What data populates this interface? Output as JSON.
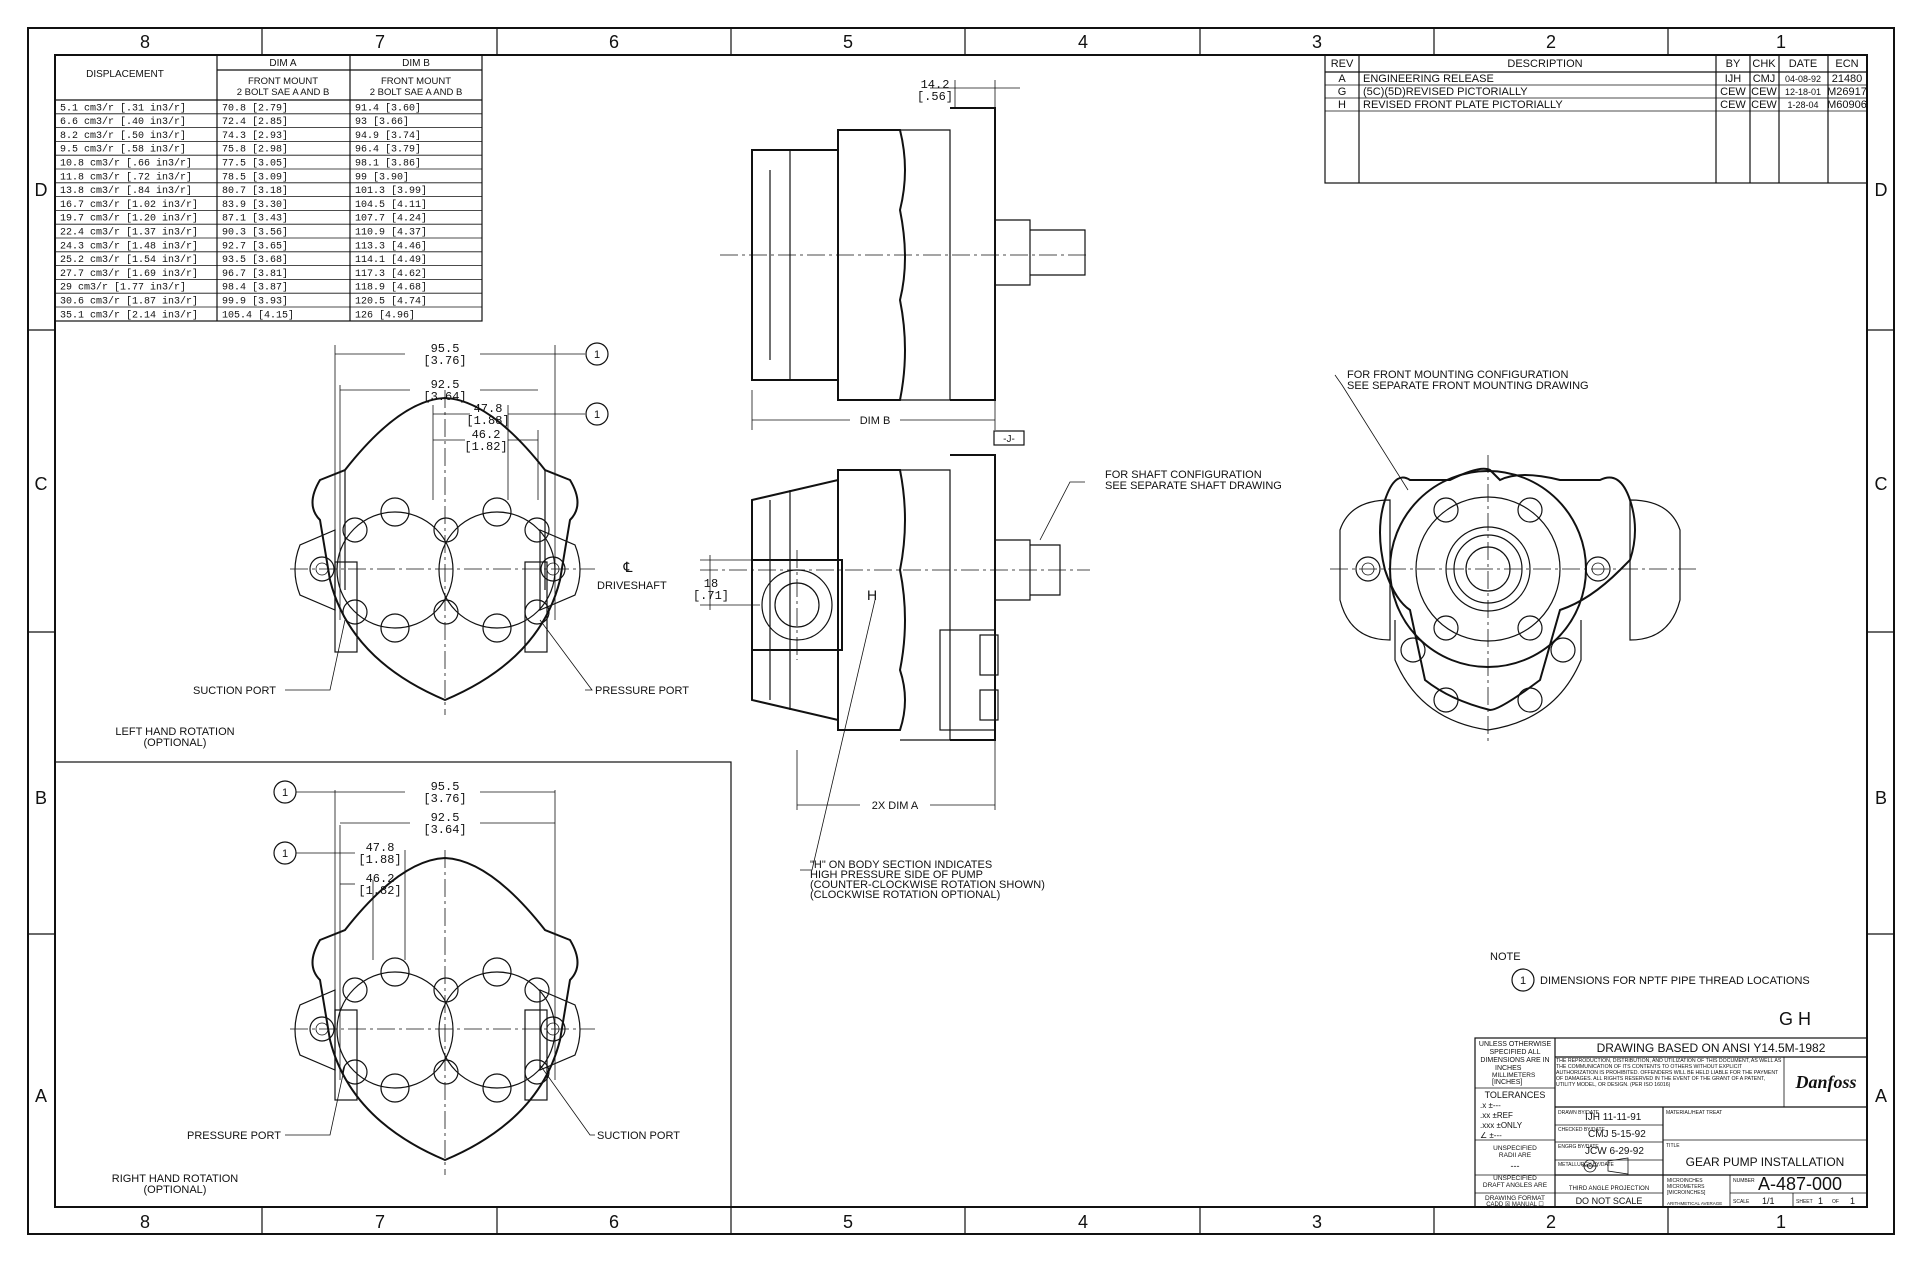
{
  "zones": {
    "top": [
      "8",
      "7",
      "6",
      "5",
      "4",
      "3",
      "2",
      "1"
    ],
    "bottom": [
      "8",
      "7",
      "6",
      "5",
      "4",
      "3",
      "2",
      "1"
    ],
    "left": [
      "D",
      "C",
      "B",
      "A"
    ],
    "right": [
      "D",
      "C",
      "B",
      "A"
    ]
  },
  "displacement_table": {
    "header_displacement": "DISPLACEMENT",
    "header_dim_a": "DIM A",
    "header_dim_b": "DIM B",
    "sub_a_1": "FRONT MOUNT",
    "sub_a_2": "2 BOLT SAE A AND B",
    "sub_b_1": "FRONT MOUNT",
    "sub_b_2": "2 BOLT SAE A AND B",
    "rows": [
      [
        "5.1  cm3/r  [.31  in3/r]",
        "70.8 [2.79]",
        "91.4  [3.60]"
      ],
      [
        "6.6  cm3/r  [.40  in3/r]",
        "72.4 [2.85]",
        "93    [3.66]"
      ],
      [
        "8.2  cm3/r  [.50  in3/r]",
        "74.3 [2.93]",
        "94.9  [3.74]"
      ],
      [
        "9.5  cm3/r  [.58  in3/r]",
        "75.8 [2.98]",
        "96.4  [3.79]"
      ],
      [
        "10.8 cm3/r  [.66  in3/r]",
        "77.5 [3.05]",
        "98.1  [3.86]"
      ],
      [
        "11.8 cm3/r  [.72  in3/r]",
        "78.5 [3.09]",
        "99    [3.90]"
      ],
      [
        "13.8 cm3/r  [.84  in3/r]",
        "80.7 [3.18]",
        "101.3 [3.99]"
      ],
      [
        "16.7 cm3/r  [1.02 in3/r]",
        "83.9 [3.30]",
        "104.5 [4.11]"
      ],
      [
        "19.7 cm3/r  [1.20 in3/r]",
        "87.1 [3.43]",
        "107.7 [4.24]"
      ],
      [
        "22.4 cm3/r  [1.37 in3/r]",
        "90.3 [3.56]",
        "110.9 [4.37]"
      ],
      [
        "24.3 cm3/r  [1.48 in3/r]",
        "92.7 [3.65]",
        "113.3 [4.46]"
      ],
      [
        "25.2 cm3/r  [1.54 in3/r]",
        "93.5 [3.68]",
        "114.1 [4.49]"
      ],
      [
        "27.7 cm3/r  [1.69 in3/r]",
        "96.7 [3.81]",
        "117.3 [4.62]"
      ],
      [
        "29   cm3/r  [1.77 in3/r]",
        "98.4 [3.87]",
        "118.9 [4.68]"
      ],
      [
        "30.6 cm3/r  [1.87 in3/r]",
        "99.9 [3.93]",
        "120.5 [4.74]"
      ],
      [
        "35.1 cm3/r  [2.14 in3/r]",
        "105.4 [4.15]",
        "126   [4.96]"
      ]
    ]
  },
  "revisions": {
    "headers": [
      "REV",
      "DESCRIPTION",
      "BY",
      "CHK",
      "DATE",
      "ECN"
    ],
    "rows": [
      [
        "A",
        "ENGINEERING RELEASE",
        "IJH",
        "CMJ",
        "04-08-92",
        "21480"
      ],
      [
        "G",
        "(5C)(5D)REVISED PICTORIALLY",
        "CEW",
        "CEW",
        "12-18-01",
        "M26917"
      ],
      [
        "H",
        "REVISED FRONT PLATE PICTORIALLY",
        "CEW",
        "CEW",
        "1-28-04",
        "M60906"
      ]
    ]
  },
  "dims": {
    "d95_mm": "95.5",
    "d95_in": "[3.76]",
    "d92_mm": "92.5",
    "d92_in": "[3.64]",
    "d47_mm": "47.8",
    "d47_in": "[1.88]",
    "d46_mm": "46.2",
    "d46_in": "[1.82]",
    "d14_mm": "14.2",
    "d14_in": "[.56]",
    "d18_mm": "18",
    "d18_in": "[.71]",
    "dim_b": "DIM B",
    "dim_2x_a": "2X DIM A",
    "datum_j": "-J-",
    "note_marker": "1"
  },
  "labels": {
    "suction_port": "SUCTION PORT",
    "pressure_port": "PRESSURE PORT",
    "driveshaft_cl": "℄",
    "driveshaft": "DRIVESHAFT",
    "left_rotation_1": "LEFT HAND ROTATION",
    "left_rotation_2": "(OPTIONAL)",
    "right_rotation_1": "RIGHT HAND ROTATION",
    "right_rotation_2": "(OPTIONAL)",
    "shaft_config_1": "FOR SHAFT CONFIGURATION",
    "shaft_config_2": "SEE SEPARATE SHAFT DRAWING",
    "front_mount_1": "FOR FRONT MOUNTING CONFIGURATION",
    "front_mount_2": "SEE SEPARATE FRONT MOUNTING DRAWING",
    "h_note_1": "\"H\" ON BODY SECTION INDICATES",
    "h_note_2": "HIGH PRESSURE SIDE OF PUMP",
    "h_note_3": "(COUNTER-CLOCKWISE ROTATION SHOWN)",
    "h_note_4": "(CLOCKWISE ROTATION OPTIONAL)",
    "h_mark": "H",
    "note_title": "NOTE",
    "note_1": "DIMENSIONS FOR NPTF PIPE THREAD LOCATIONS",
    "rev_letters": "G  H"
  },
  "title_block": {
    "tol_1": "UNLESS OTHERWISE",
    "tol_2": "SPECIFIED ALL",
    "tol_3": "DIMENSIONS ARE IN",
    "inches": "INCHES",
    "mm": "MILLIMETERS",
    "inches_br": "[INCHES]",
    "tolerances": "TOLERANCES",
    "tol_x": ".x  ±---",
    "tol_xx": ".xx  ±REF",
    "tol_xxx": ".xxx ±ONLY",
    "tol_ang": "∠  ±---",
    "radii_1": "UNSPECIFIED",
    "radii_2": "RADII ARE",
    "radii_val": "---",
    "draft_1": "UNSPECIFIED",
    "draft_2": "DRAFT ANGLES ARE",
    "draft_val": "---",
    "format_1": "DRAWING FORMAT",
    "format_2": "CADD ☒  MANUAL ☐",
    "ansi": "DRAWING BASED ON ANSI Y14.5M-1982",
    "legal": "THE REPRODUCTION, DISTRIBUTION, AND UTILIZATION OF THIS DOCUMENT, AS WELL AS THE COMMUNICATION OF ITS CONTENTS TO OTHERS WITHOUT EXPLICIT AUTHORIZATION IS PROHIBITED. OFFENDERS WILL BE HELD LIABLE FOR THE PAYMENT OF DAMAGES. ALL RIGHTS RESERVED IN THE EVENT OF THE GRANT OF A PATENT, UTILITY MODEL, OR DESIGN. (PER ISO 16016)",
    "logo": "Danfoss",
    "drawn_lbl": "DRAWN BY/DATE",
    "drawn": "IJH 11-11-91",
    "checked_lbl": "CHECKED BY/DATE",
    "checked": "CMJ 5-15-92",
    "engrg_lbl": "ENGRG BY/DATE",
    "engrg": "JCW 6-29-92",
    "metal_lbl": "METALLURGY BY/DATE",
    "material_lbl": "MATERIAL/HEAT TREAT",
    "title_lbl": "TITLE",
    "title": "GEAR PUMP INSTALLATION",
    "projection": "THIRD ANGLE PROJECTION",
    "do_not_scale": "DO NOT SCALE",
    "micro_1": "MICROINCHES",
    "micro_2": "MICROMETERS",
    "micro_3": "[MICROINCHES]",
    "arith": "ARITHMETICAL AVERAGE",
    "number_lbl": "NUMBER",
    "number": "A-487-000",
    "scale_lbl": "SCALE",
    "scale": "1/1",
    "sheet_lbl": "SHEET",
    "sheet": "1",
    "of_lbl": "OF",
    "of": "1"
  }
}
